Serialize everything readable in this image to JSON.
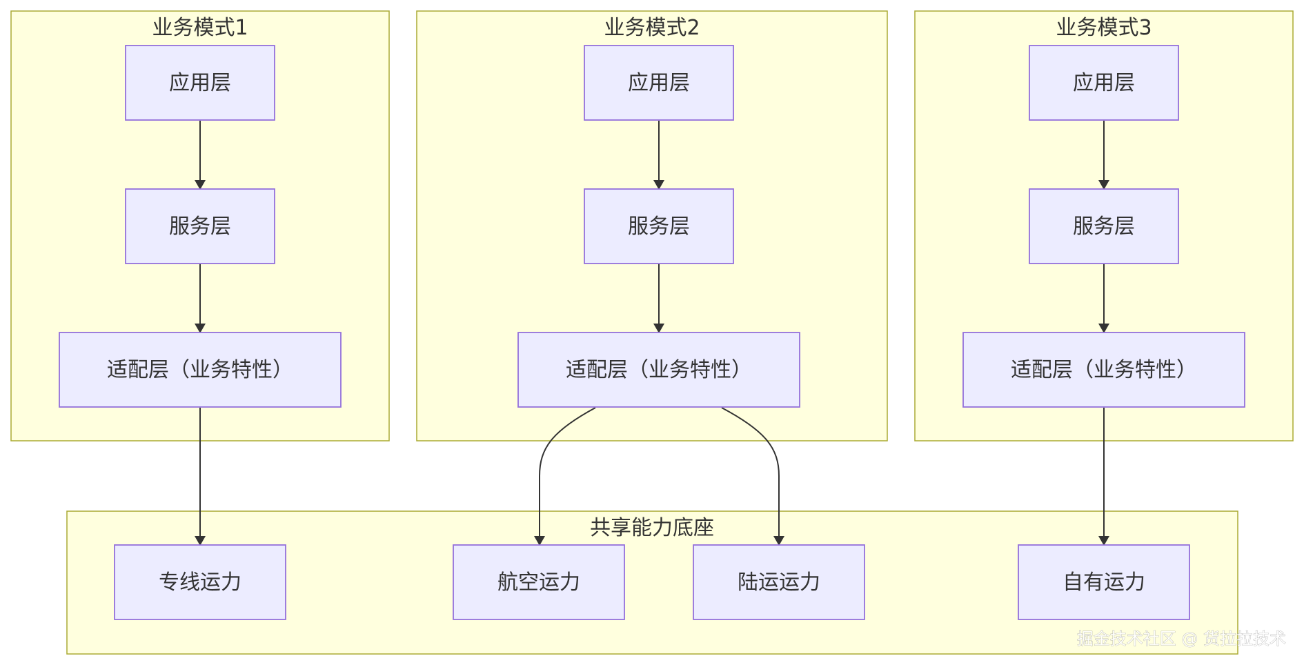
{
  "diagram": {
    "clusters": {
      "mode1": {
        "title": "业务模式1"
      },
      "mode2": {
        "title": "业务模式2"
      },
      "mode3": {
        "title": "业务模式3"
      },
      "shared": {
        "title": "共享能力底座"
      }
    },
    "nodes": {
      "m1_app": "应用层",
      "m1_svc": "服务层",
      "m1_adapt": "适配层（业务特性）",
      "m2_app": "应用层",
      "m2_svc": "服务层",
      "m2_adapt": "适配层（业务特性）",
      "m3_app": "应用层",
      "m3_svc": "服务层",
      "m3_adapt": "适配层（业务特性）",
      "cap_dedicated": "专线运力",
      "cap_air": "航空运力",
      "cap_land": "陆运运力",
      "cap_own": "自有运力"
    },
    "edges": [
      {
        "from": "m1_app",
        "to": "m1_svc"
      },
      {
        "from": "m1_svc",
        "to": "m1_adapt"
      },
      {
        "from": "m1_adapt",
        "to": "cap_dedicated"
      },
      {
        "from": "m2_app",
        "to": "m2_svc"
      },
      {
        "from": "m2_svc",
        "to": "m2_adapt"
      },
      {
        "from": "m2_adapt",
        "to": "cap_air"
      },
      {
        "from": "m2_adapt",
        "to": "cap_land"
      },
      {
        "from": "m3_app",
        "to": "m3_svc"
      },
      {
        "from": "m3_svc",
        "to": "m3_adapt"
      },
      {
        "from": "m3_adapt",
        "to": "cap_own"
      }
    ]
  },
  "watermark": "掘金技术社区 @ 货拉拉技术",
  "colors": {
    "cluster_fill": "#ffffde",
    "cluster_stroke": "#aaaa33",
    "node_fill": "#ececff",
    "node_stroke": "#9370db",
    "edge": "#333333"
  }
}
